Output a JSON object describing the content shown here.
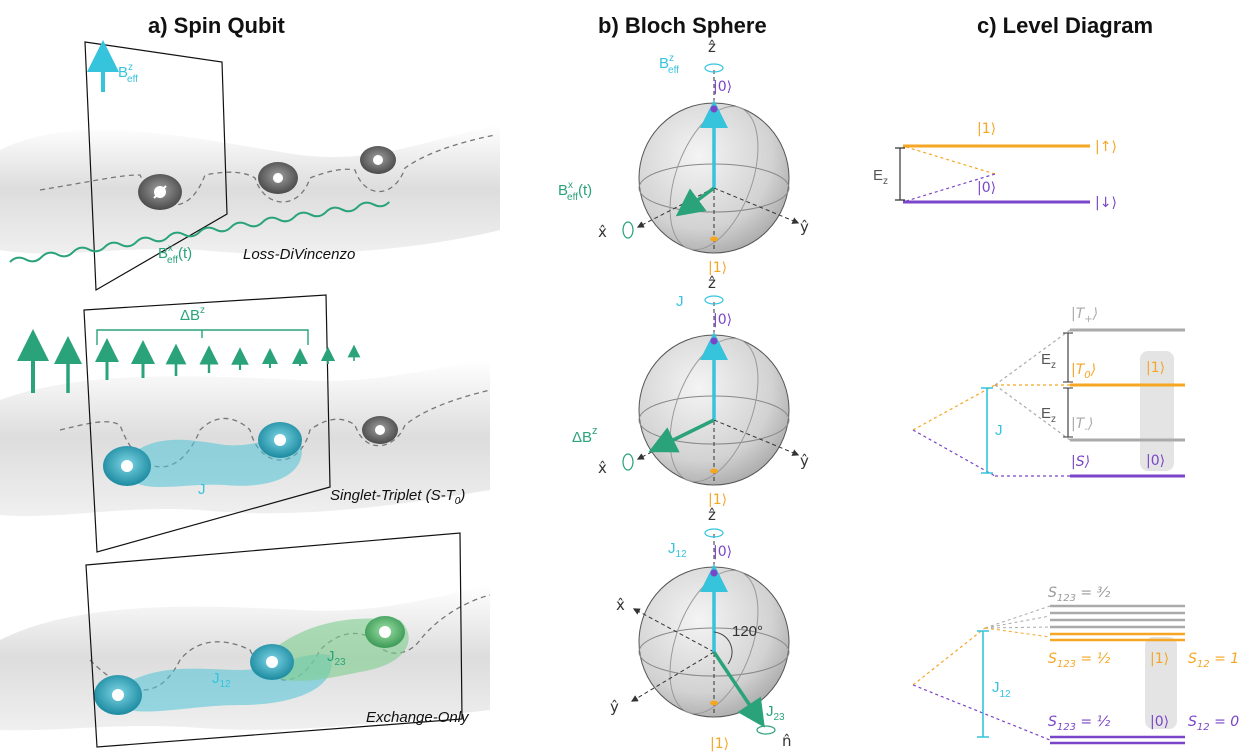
{
  "titles": {
    "a": "a)  Spin Qubit",
    "b": "b)  Bloch Sphere",
    "c": "c)  Level Diagram"
  },
  "colors": {
    "cyan": "#35c4dc",
    "green": "#2aa37a",
    "orange": "#f5a623",
    "purple": "#7a45c8",
    "gray": "#9a9a9a"
  },
  "panel_a": {
    "ld": {
      "bz": "B",
      "bz_sup": "z",
      "bz_sub": "eff",
      "bx": "B",
      "bx_sup": "x",
      "bx_sub": "eff",
      "bx_arg": "(t)",
      "caption": "Loss-DiVincenzo"
    },
    "st": {
      "delta": "ΔB",
      "delta_sup": "z",
      "j": "J",
      "caption": "Singlet-Triplet (S-T",
      "caption_sub": "0",
      "caption_end": ")"
    },
    "eo": {
      "j12": "J",
      "j12_sub": "12",
      "j23": "J",
      "j23_sub": "23",
      "caption": "Exchange-Only"
    }
  },
  "panel_b": {
    "axes": {
      "z": "ẑ",
      "x": "x̂",
      "y": "ŷ",
      "n": "n̂"
    },
    "ket0": "|0⟩",
    "ket1": "|1⟩",
    "s1": {
      "bz": "B",
      "bz_sup": "z",
      "bz_sub": "eff",
      "bx": "B",
      "bx_sup": "x",
      "bx_sub": "eff",
      "bx_arg": "(t)"
    },
    "s2": {
      "j": "J",
      "delta": "ΔB",
      "delta_sup": "z"
    },
    "s3": {
      "j12": "J",
      "j12_sub": "12",
      "j23": "J",
      "j23_sub": "23",
      "angle": "120°"
    }
  },
  "panel_c": {
    "d1": {
      "ket1": "|1⟩",
      "ket0": "|0⟩",
      "up": "|↑⟩",
      "down": "|↓⟩",
      "ez": "E",
      "ez_sub": "z"
    },
    "d2": {
      "tplus": "|T",
      "tplus_sub": "+",
      "tzero": "|T",
      "tzero_sub": "0",
      "tminus": "|T",
      "tminus_sub": "-",
      "s": "|S⟩",
      "close": "⟩",
      "ez": "E",
      "ez_sub": "z",
      "j": "J",
      "ket1": "|1⟩",
      "ket0": "|0⟩"
    },
    "d3": {
      "s32": "S",
      "s32_sub": "123",
      "s32_val": " = ³⁄₂",
      "s12a": "S",
      "s12a_sub": "123",
      "s12a_val": " = ½",
      "s12b": "S",
      "s12b_sub": "123",
      "s12b_val": " = ½",
      "ket1": "|1⟩",
      "ket0": "|0⟩",
      "s12eq1": "S",
      "s12eq1_sub": "12",
      "s12eq1_val": " = 1",
      "s12eq0": "S",
      "s12eq0_sub": "12",
      "s12eq0_val": " = 0",
      "j12": "J",
      "j12_sub": "12"
    }
  }
}
